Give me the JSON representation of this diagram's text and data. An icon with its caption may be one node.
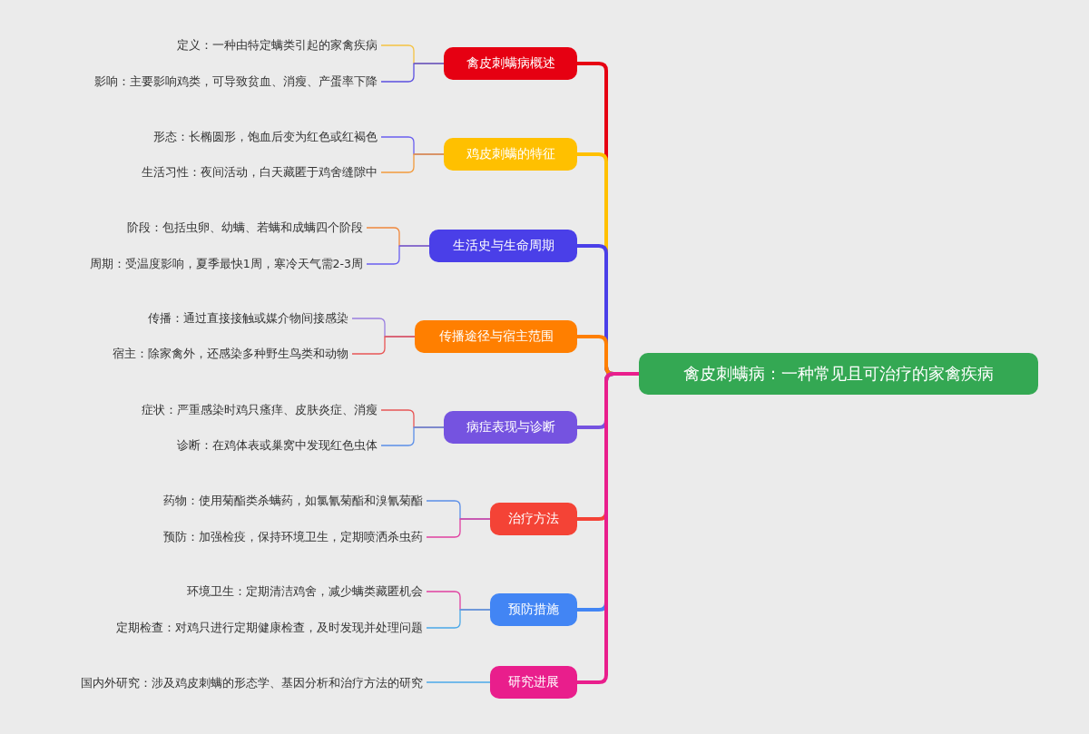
{
  "diagram": {
    "nodes": [
      {
        "text": [
          "禽皮刺螨病：一种常见且可治疗的家禽疾病"
        ]
      },
      {
        "text": [
          "禽皮刺螨病概述"
        ]
      },
      {
        "text": [
          "定义：一种由特定螨类引起的家禽疾病"
        ]
      },
      {
        "text": [
          "影响：主要影响鸡类，可导致贫血、消瘦、产蛋率下降"
        ]
      },
      {
        "text": [
          "鸡皮刺螨的特征"
        ]
      },
      {
        "text": [
          "形态：长椭圆形，饱血后变为红色或红褐色"
        ]
      },
      {
        "text": [
          "生活习性：夜间活动，白天藏匿于鸡舍缝隙中"
        ]
      },
      {
        "text": [
          "生活史与生命周期"
        ]
      },
      {
        "text": [
          "阶段：包括虫卵、幼螨、若螨和成螨四个阶段"
        ]
      },
      {
        "text": [
          "周期：受温度影响，夏季最快1周，寒冷天气需2-3周"
        ]
      },
      {
        "text": [
          "传播途径与宿主范围"
        ]
      },
      {
        "text": [
          "传播：通过直接接触或媒介物间接感染"
        ]
      },
      {
        "text": [
          "宿主：除家禽外，还感染多种野生鸟类和动物"
        ]
      },
      {
        "text": [
          "病症表现与诊断"
        ]
      },
      {
        "text": [
          "症状：严重感染时鸡只瘙痒、皮肤炎症、消瘦"
        ]
      },
      {
        "text": [
          "诊断：在鸡体表或巢窝中发现红色虫体"
        ]
      },
      {
        "text": [
          "治疗方法"
        ]
      },
      {
        "text": [
          "药物：使用菊酯类杀螨药，如氯氰菊酯和溴氰菊酯"
        ]
      },
      {
        "text": [
          "预防：加强检疫，保持环境卫生，定期喷洒杀虫药"
        ]
      },
      {
        "text": [
          "预防措施"
        ]
      },
      {
        "text": [
          "环境卫生：定期清洁鸡舍，减少螨类藏匿机会"
        ]
      },
      {
        "text": [
          "定期检查：对鸡只进行定期健康检查，及时发现并处理问题"
        ]
      },
      {
        "text": [
          "研究进展"
        ]
      },
      {
        "text": [
          "国内外研究：涉及鸡皮刺螨的形态学、基因分析和治疗方法的研究"
        ]
      }
    ],
    "edges": [
      {
        "from": 0,
        "to": 1,
        "arrow": "none",
        "style": "thick",
        "color": "#e60012"
      },
      {
        "from": 1,
        "to": 2,
        "arrow": "none",
        "color": "#f5c342"
      },
      {
        "from": 1,
        "to": 3,
        "arrow": "none",
        "color": "#5b4fe0"
      },
      {
        "from": 0,
        "to": 4,
        "arrow": "none",
        "style": "thick",
        "color": "#ffc000"
      },
      {
        "from": 4,
        "to": 5,
        "arrow": "none",
        "color": "#6a5ff0"
      },
      {
        "from": 4,
        "to": 6,
        "arrow": "none",
        "color": "#f29a3c"
      },
      {
        "from": 0,
        "to": 7,
        "arrow": "none",
        "style": "thick",
        "color": "#4a3fe8"
      },
      {
        "from": 7,
        "to": 8,
        "arrow": "none",
        "color": "#f0883c"
      },
      {
        "from": 7,
        "to": 9,
        "arrow": "none",
        "color": "#6a5ff0"
      },
      {
        "from": 0,
        "to": 10,
        "arrow": "none",
        "style": "thick",
        "color": "#ff7f00"
      },
      {
        "from": 10,
        "to": 11,
        "arrow": "none",
        "color": "#9a7fe0"
      },
      {
        "from": 10,
        "to": 12,
        "arrow": "none",
        "color": "#e85555"
      },
      {
        "from": 0,
        "to": 13,
        "arrow": "none",
        "style": "thick",
        "color": "#7553e0"
      },
      {
        "from": 13,
        "to": 14,
        "arrow": "none",
        "color": "#e85555"
      },
      {
        "from": 13,
        "to": 15,
        "arrow": "none",
        "color": "#5b8fe8"
      },
      {
        "from": 0,
        "to": 16,
        "arrow": "none",
        "style": "thick",
        "color": "#f44336"
      },
      {
        "from": 16,
        "to": 17,
        "arrow": "none",
        "color": "#5b8fe8"
      },
      {
        "from": 16,
        "to": 18,
        "arrow": "none",
        "color": "#e040a0"
      },
      {
        "from": 0,
        "to": 19,
        "arrow": "none",
        "style": "thick",
        "color": "#4285f4"
      },
      {
        "from": 19,
        "to": 20,
        "arrow": "none",
        "color": "#e040a0"
      },
      {
        "from": 19,
        "to": 21,
        "arrow": "none",
        "color": "#4aa8e8"
      },
      {
        "from": 0,
        "to": 22,
        "arrow": "none",
        "style": "thick",
        "color": "#e91e8c"
      },
      {
        "from": 22,
        "to": 23,
        "arrow": "none",
        "color": "#4aa8e8"
      }
    ]
  }
}
